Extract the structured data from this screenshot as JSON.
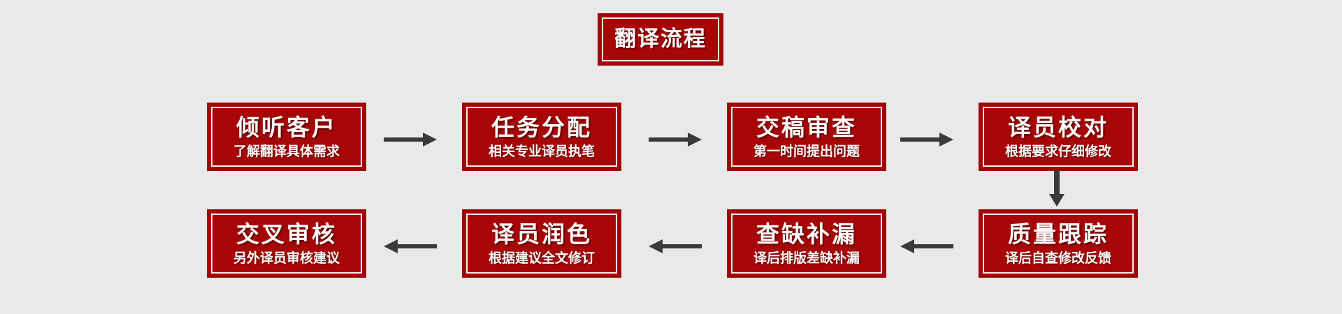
{
  "diagram": {
    "background_color": "#e9e9e9",
    "node_fill_color": "#a80606",
    "node_border_color": "#9d0404",
    "node_inner_frame_color": "#f2eeee",
    "node_text_color": "#ffffff",
    "arrow_color": "#3a3a3a",
    "title": {
      "label": "翻译流程"
    },
    "steps": [
      {
        "index": 1,
        "main": "倾听客户",
        "sub": "了解翻译具体需求"
      },
      {
        "index": 2,
        "main": "任务分配",
        "sub": "相关专业译员执笔"
      },
      {
        "index": 3,
        "main": "交稿审查",
        "sub": "第一时间提出问题"
      },
      {
        "index": 4,
        "main": "译员校对",
        "sub": "根据要求仔细修改"
      },
      {
        "index": 5,
        "main": "质量跟踪",
        "sub": "译后自查修改反馈"
      },
      {
        "index": 6,
        "main": "查缺补漏",
        "sub": "译后排版差缺补漏"
      },
      {
        "index": 7,
        "main": "译员润色",
        "sub": "根据建议全文修订"
      },
      {
        "index": 8,
        "main": "交叉审核",
        "sub": "另外译员审核建议"
      }
    ],
    "connectors": [
      {
        "id": "c1",
        "icon": "arrow-right-icon",
        "from": 1,
        "to": 2,
        "direction": "right"
      },
      {
        "id": "c2",
        "icon": "arrow-right-icon",
        "from": 2,
        "to": 3,
        "direction": "right"
      },
      {
        "id": "c3",
        "icon": "arrow-right-icon",
        "from": 3,
        "to": 4,
        "direction": "right"
      },
      {
        "id": "c4",
        "icon": "arrow-down-icon",
        "from": 4,
        "to": 5,
        "direction": "down"
      },
      {
        "id": "c5",
        "icon": "arrow-left-icon",
        "from": 5,
        "to": 6,
        "direction": "left"
      },
      {
        "id": "c6",
        "icon": "arrow-left-icon",
        "from": 6,
        "to": 7,
        "direction": "left"
      },
      {
        "id": "c7",
        "icon": "arrow-left-icon",
        "from": 7,
        "to": 8,
        "direction": "left"
      }
    ]
  }
}
